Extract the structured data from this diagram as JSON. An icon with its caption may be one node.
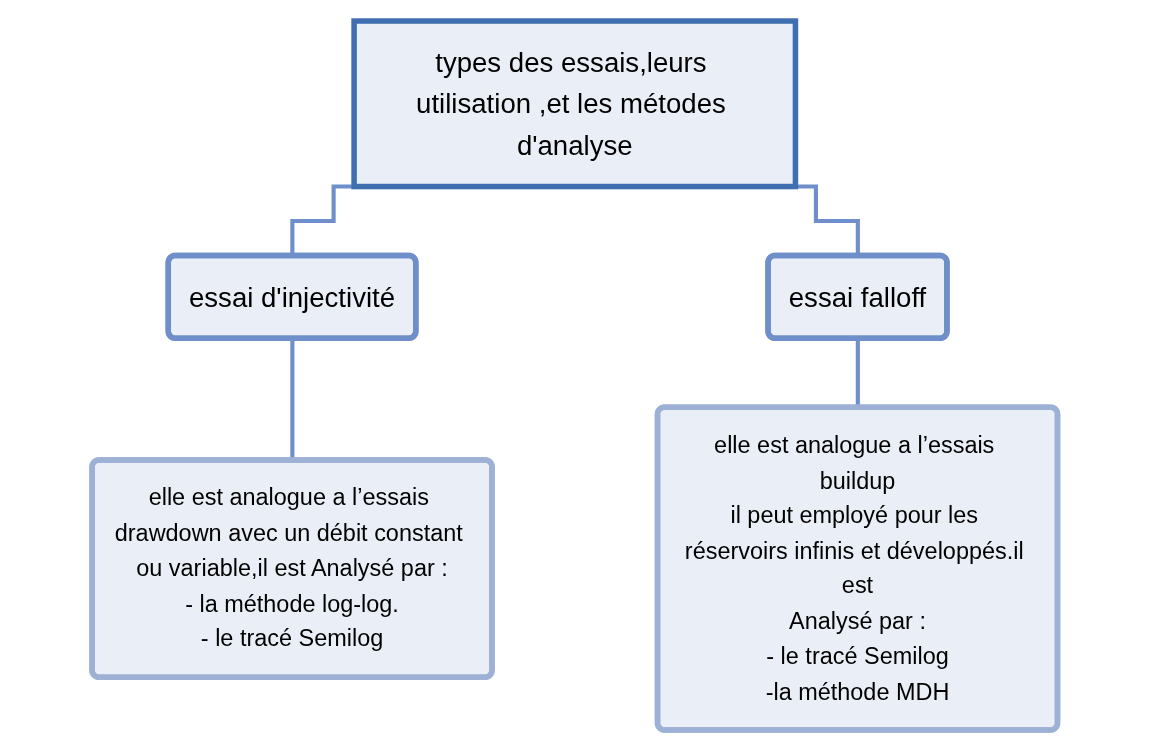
{
  "diagram": {
    "nodes": [
      {
        "text": [
          "types des essais,leurs utilisation ,et les métodes d'analyse"
        ]
      },
      {
        "text": [
          "essai d'injectivité"
        ]
      },
      {
        "text": [
          "essai falloff"
        ]
      },
      {
        "text": [
          "elle est analogue a l’essais drawdown avec un débit constant ou variable,il est Analysé par :",
          "- la méthode log-log.",
          "- le tracé Semilog"
        ]
      },
      {
        "text": [
          "elle est analogue a l’essais buildup",
          "il peut employé pour les réservoirs infinis et développés.il est",
          "Analysé par :",
          "- le tracé Semilog",
          "-la méthode MDH"
        ]
      }
    ],
    "edges": [
      {
        "from": 0,
        "to": 1,
        "arrow": "none"
      },
      {
        "from": 0,
        "to": 2,
        "arrow": "none"
      },
      {
        "from": 1,
        "to": 3,
        "arrow": "none"
      },
      {
        "from": 2,
        "to": 4,
        "arrow": "none"
      }
    ]
  }
}
